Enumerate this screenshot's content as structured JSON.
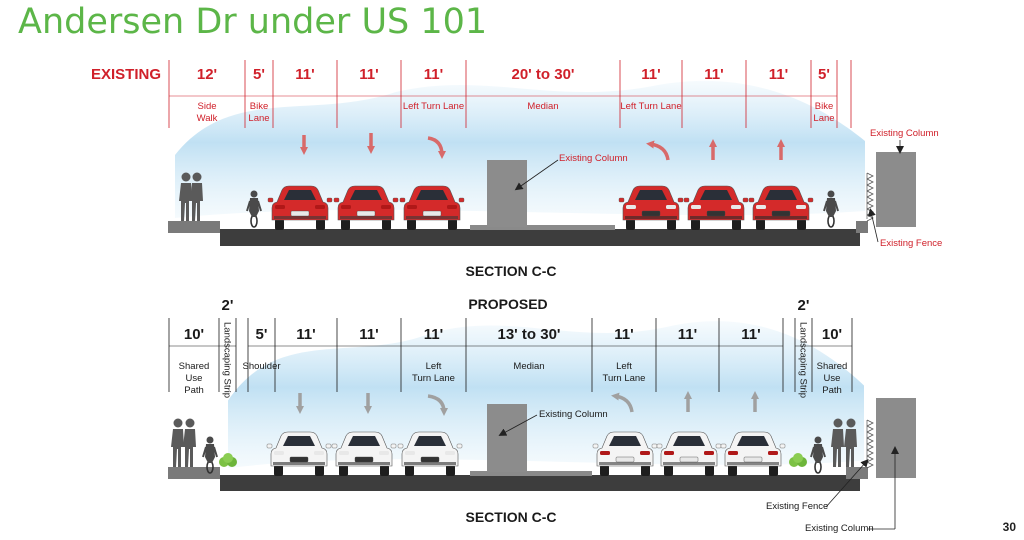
{
  "title": "Andersen Dr under US 101",
  "page_number": "30",
  "existing": {
    "row_label": "EXISTING",
    "section_label": "SECTION C-C",
    "dims": [
      {
        "value": "12'",
        "label": [
          "Side",
          "Walk"
        ]
      },
      {
        "value": "5'",
        "label": [
          "Bike",
          "Lane"
        ]
      },
      {
        "value": "11'",
        "label": []
      },
      {
        "value": "11'",
        "label": []
      },
      {
        "value": "11'",
        "label": [
          "Left Turn Lane"
        ]
      },
      {
        "value": "20' to 30'",
        "label": [
          "Median"
        ]
      },
      {
        "value": "11'",
        "label": [
          "Left Turn Lane"
        ]
      },
      {
        "value": "11'",
        "label": []
      },
      {
        "value": "11'",
        "label": []
      },
      {
        "value": "5'",
        "label": [
          "Bike",
          "Lane"
        ]
      }
    ],
    "notes": {
      "median_column": "Existing Column",
      "right_column": "Existing Column",
      "fence": "Existing Fence"
    },
    "colors": {
      "cars": "#d42a2a",
      "arrows": "#d86a6a",
      "text": "#d0202a"
    }
  },
  "proposed": {
    "row_label": "PROPOSED",
    "section_label": "SECTION C-C",
    "dims": [
      {
        "value": "10'",
        "label": [
          "Shared",
          "Use",
          "Path"
        ]
      },
      {
        "value": "2'",
        "label": [
          "Landscaping Strip"
        ]
      },
      {
        "value": "5'",
        "label": [
          "Shoulder"
        ]
      },
      {
        "value": "11'",
        "label": []
      },
      {
        "value": "11'",
        "label": []
      },
      {
        "value": "11'",
        "label": [
          "Left",
          "Turn Lane"
        ]
      },
      {
        "value": "13' to 30'",
        "label": [
          "Median"
        ]
      },
      {
        "value": "11'",
        "label": [
          "Left",
          "Turn Lane"
        ]
      },
      {
        "value": "11'",
        "label": []
      },
      {
        "value": "11'",
        "label": []
      },
      {
        "value": "2'",
        "label": [
          "Landscaping Strip"
        ]
      },
      {
        "value": "10'",
        "label": [
          "Shared",
          "Use",
          "Path"
        ]
      }
    ],
    "notes": {
      "median_column": "Existing Column",
      "fence": "Existing Fence",
      "column": "Existing Column"
    },
    "colors": {
      "cars": "#f4f4f4",
      "arrows": "#a0a0a0",
      "text": "#1a1a1a"
    }
  },
  "icons": [
    "car-icon",
    "arrow-down-icon",
    "arrow-up-icon",
    "turn-arrow-icon",
    "pedestrian-icon",
    "cyclist-icon",
    "shrub-icon",
    "fence-icon",
    "column-icon"
  ]
}
